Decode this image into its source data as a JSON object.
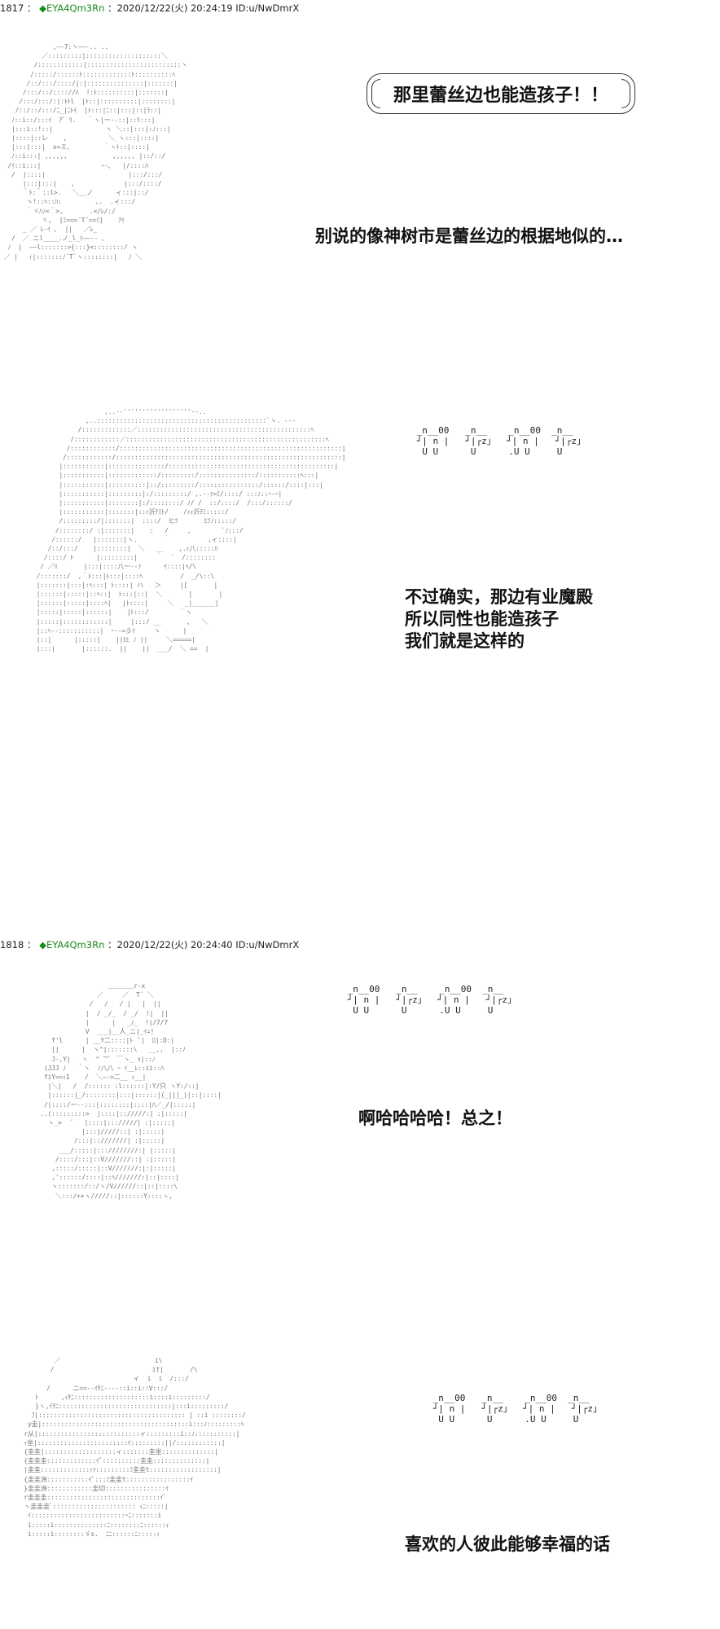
{
  "posts": [
    {
      "number": "1817",
      "separator": "：",
      "diamond": "◆",
      "trip": "EYA4Qm3Rn",
      "timestamp": "：2020/12/22(火) 20:24:19 ID:u/NwDmrX"
    },
    {
      "number": "1818",
      "separator": "：",
      "diamond": "◆",
      "trip": "EYA4Qm3Rn",
      "timestamp": "：2020/12/22(火) 20:24:40 ID:u/NwDmrX"
    }
  ],
  "dialog": {
    "bubble": "那里蕾丝边也能造孩子！！",
    "line1": "别说的像神树市是蕾丝边的根据地似的…",
    "line2a": "不过确实，那边有业魔殿",
    "line2b": "所以同性也能造孩子",
    "line2c": "我们就是这样的",
    "line3": "啊哈哈哈哈！总之！",
    "line4": "喜欢的人彼此能够幸福的话"
  },
  "sfx": {
    "laugh_top": " _n__00   _n__    _n__00  _n__\n ┘| n |   ┘|┌z」  ┘| n |   ┘|┌z」\n  U U      U      .U U     U"
  },
  "ascii_art": {
    "panel1": "              ,―‐7:ヽ――‐.. ..\n           ／:::::::::|::::::::::::::::::::＼\n         /::::::::::::|:::::::::::::::::::::::::ヽ\n        /:::::/::::::ﾄ:::::::::::::ﾄ::::::::::ﾍ\n       /::/:::/::::/|:|:::::::::::::::|:::::::|\n      /:::/::/:::://ﾊ  !:ﾄ::::::::::|:::::::|\n     /:::/:::/:|:ﾄﾄl  |ﾄ::|::::::::::|::::::::|\n    /::/::/:::/ﾆ_|ﾆﾄｲ  |ﾄ:::|ﾆ::|:::|::|ﾗ::|\n   ﾉ::i::/:::ｲ  ｱﾞ ﾘ.   ｀ヽ|ー-‐::|::ﾘ:::|\n   |:::i::!::|              ヽ ＼::|:::|:ﾉ:::|\n   |::::|::レ    ,           ＼ ヽ:::|::::|\n   |:::|:::|  x=ミ、        ｀ヽﾄ::|::::|\n   ﾉ::i:::| ,,,,,,            ,,,,,, |::/::/\n  /ｲ::i:::|                ｰ-､   |/::::ﾊ\n   /  |::::|                      |:::/:::/\n      |:::|:::|    ､             |:::/::::/\n      ｀ﾄ:｀::l>.   ＼__ノ      ィ:::|::/\n       ヽ!::ﾍ::ﾊ:         ､.  .ィ:::/\n       ｀ヾﾊﾉ<｀>,       .</ﾚ/:/\n           ヾ,  [ﾐ===´T´==ﾐ]    ｱｲ\n      _ ／ ﾚ-ｲ ､  ||   ／ﾚ_\n   /  ／ ニl____.ノ_l_ｧ――‐- ､\n  ﾉ  |  ――l:::::::>{:::}<::::::::/ ヽ\n ／ |   ｨ|:::::::ﾉ´T`ヽ::::::::|   ﾉ ＼",
    "panel2": "                   ,..-‐''''''''''''''''''‐-..\n              ,..:::::::::::::::::::::::::::::::::::::::::::::`ヽ. ---\n            /:::::::::::::／::::::::::::::::::::::::::::::::::::::::::::::ﾍ\n          /::::::::::::／:::::::::::::::::::::::::::::::::::::::::::::::::::::ﾍ\n         /::::::::::::/:::::::::::::::::::::::::::::::::::::::::::::::::::::::::::|\n        /::::::::::::/::::::::::::::::::::::::::::::::::::::::::::::::::::::::::::|\n       |:::::::::::|:::::::::::::::/::::::::::::::::::::::::::::::::::::::::::::|\n       |:::::::::::|:::::::::::::/:::::::::/:::::::::::::::/:::::::::::ﾍ:::|\n       |:::::::::::|::::::::::|::/:::::::::/::::::::::::::::/::::::/::::|:::|\n       |:::::::::::|:::::::::|:/:::::::::/ ,.-‐ｧ=ﾐ/::::/ :::ﾉ::ｰ-ｰ|\n       |:::::::::::|::::::::|:/::::::::/ ﾉ/ /  ::/::::/  /:::/::::::/\n       |:::::::::::|:::::::|::ｨ沂ﾃﾐﾄ/    /ｨｨ沂ﾃﾐ:::::/\n       /:::::::::/|:::::::|  ::::/  ヒﾂ       ﾋﾂﾉ:::::/\n      /::::::::/ :|:::::::|    :   /     ,        `ﾉ:::/\n     /::::::/   |:::::::|ヽ.       ｀          ,ィ::::|\n    /::/:::/    |::::::::|  ＼   __    ,.ｨ八:::::ﾊ\n   /::::/ ﾄ      |:::::::::|     ｀  ´  /::::::::\n  / ／ﾊ       |:::|::::八ー-‐ｧ      ｲ::::|ﾍ/\\\n /:::::::/  ,｀ﾄ:::|ﾄ:::|::::ﾍ          /  _/\\::\\\n |:::::::|:::|:ﾍ:::| ﾄ::::| ハ   ＞     |[       |\n |::::::|:::::|::ﾍ::|  ﾄ:::|::|  ＼       |       |\n |::::::|:::::|::::ﾍ|   |ﾄ::::|     ＼   _|______|\n |:::::|:::::|::::::|    |ﾄ:::/        ｀ヽ\n |:::::|::::::::::::|     |:::/ __       ､   ＼\n |::ﾍ‐-:::::::::::|  ｰ-‐=彡ｲ     ヽ      |\n |::|      |:::::|    ||ﾋﾋ ﾉ ||     ＼=====|\n |:::|       |::::::.  ||    ||  ___/  ＼ ==  |",
    "panel3": "                    ＿＿＿＿r‐x\n                 ／     ／  T´ ＼\n               /   /   / |   |  ||\n              |  / _/_  / _/  !|  ||\n              |      |   _ﾉ_  !|/7/7\n              V  ___|__人_ニ|_ｲ∠!\n     f'l      | __Y二::::|ﾄ  ﾞ|  ﾛ|:D:|\n     ||      |  ヽ^|:::::::\\   __,,  |::ﾉ\n     J-,Y|   ヽ  ^ ︶  ￣ヽ_ ｫ|::ﾉ\n   (JJJ ﾉ   ｀ヽ  ﾉ八八 ｰ ｲ__ﾚ::ii::ﾊ\n   fiY==ｨI    /  ＼―‐>二__ ｨ__|\n    |＼|   /  /:::::: :l::::::|:Y/只 ヽY:/::|\n    |::::::|_/::::::::|:::|::::::|(_|||_)|::|::::|\n   /|::::/ー‐-:::|::::::::|::::|ﾊ／_/|:::::|\n  ..(:::::::::>  |::::|:://///:| :|:::::|\n    ヽ_>  ´   |::::|::://///| :|:::::|\n             |:::|/////::| :|:::::|\n           /:::|::///////| :|:::::|\n       ___/:::::|:::////////:| |:::::|\n      /::::/:::|::V///////::| :|:::::|\n     ,:::::/:::::|::V///////:|:|:::::|\n     ,'::::::/::::|::ﾍ///////:|::|::::|\n     ヽ:::::::/::/ヽ/V//////::|::|::::\\\n      ＼:::/++ヽ/////::|::::::Y::::ヽ,",
    "panel4": "          ／                         i\\\n         /                          i†|       /\\\n                               ィ  i  i  /:::/\n        /      ニ==-‐ｲﾁﾆ‐‐-‐::i::i::V:::/\n     ﾄ      ,ｨﾁﾆ::::::::::::::::::::i::::i:::::::::/\n     }ヽ,ｲﾁﾆ::::::::::::::::::::::::::::::|:::i:::::::::/\n    ﾌ|::::::::::::::::::::::::::::::::::::::: | ::i ::::::::/\n   y圭|:::::::::::::::::::::::::::::::::::::::i:::ﾉ:::::::::ﾍ\n  r从|:::::::::::::::::::::::::::ィ:::::::::i::ﾉ:::::::::::|\n  ｨ坐|::::::::::::::::::::::::ｲ:::::::::||/::::::::::::|\n  {圭圭|:::::::::::::::::::ィ:::::::圭坐::::::::::::::|\n  {圭圭圭:::::::::::::ｲﾞ::::::::::圭圭::::::::::::::|\n  |圭圭:::::::::::::ｨｧ:::::::::ﾐ圭圭t::::::::::::::::::|\n  {圭圭洲:::::::::::ｲﾞ:::ﾐ圭圭t:::::::::::::::::ｲ\n  }圭圭洲::::::::::::圭切::::::::::::::::ｲ\n  r圭圭圭::::::::::::::::::::::::::::::ｲﾞ\n  ヽ圭圭圭ﾞ:::::::::::::::::::::: ｨﾆ:::::|\n   ｲ:::::::::::::::::::::::::ｰﾆ:::::::i\n   i:::::i::::::::::::::ﾆ::::::::ﾆ::::::ｨ\n   i:::::i::::::::ゞs.  ﾆﾆ::::::ﾆ:::::ｨ"
  }
}
